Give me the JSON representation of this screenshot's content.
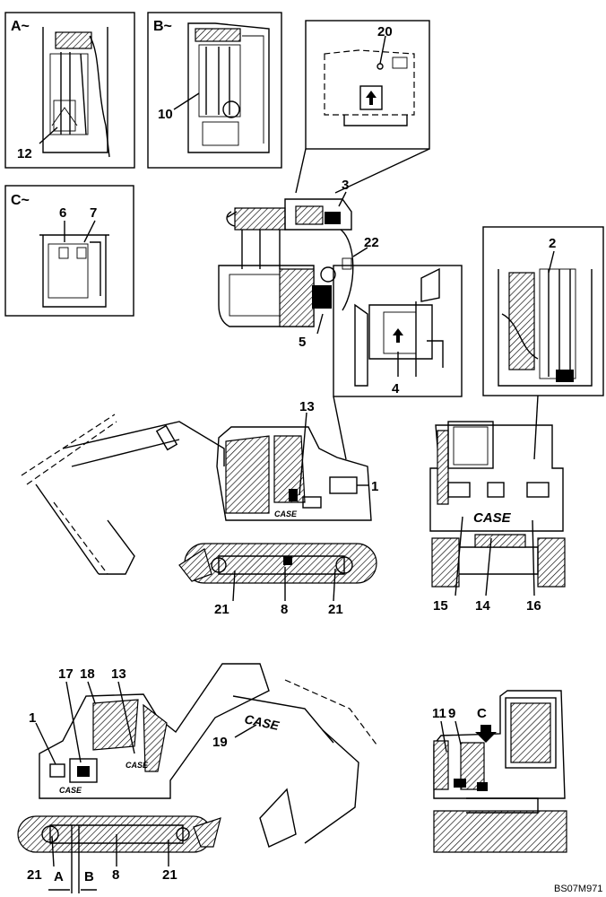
{
  "diagram": {
    "views": {
      "a": "A~",
      "b": "B~",
      "c": "C~"
    },
    "callouts": {
      "n1": "1",
      "n2": "2",
      "n3": "3",
      "n4": "4",
      "n5": "5",
      "n6": "6",
      "n7": "7",
      "n8": "8",
      "n9": "9",
      "n10": "10",
      "n11": "11",
      "n12": "12",
      "n13": "13",
      "n14": "14",
      "n15": "15",
      "n16": "16",
      "n17": "17",
      "n18": "18",
      "n19": "19",
      "n20": "20",
      "n21": "21",
      "n22": "22"
    },
    "section_marks": {
      "a": "A",
      "b": "B",
      "c": "C"
    },
    "brand": "CASE",
    "drawing_code": "BS07M971"
  }
}
